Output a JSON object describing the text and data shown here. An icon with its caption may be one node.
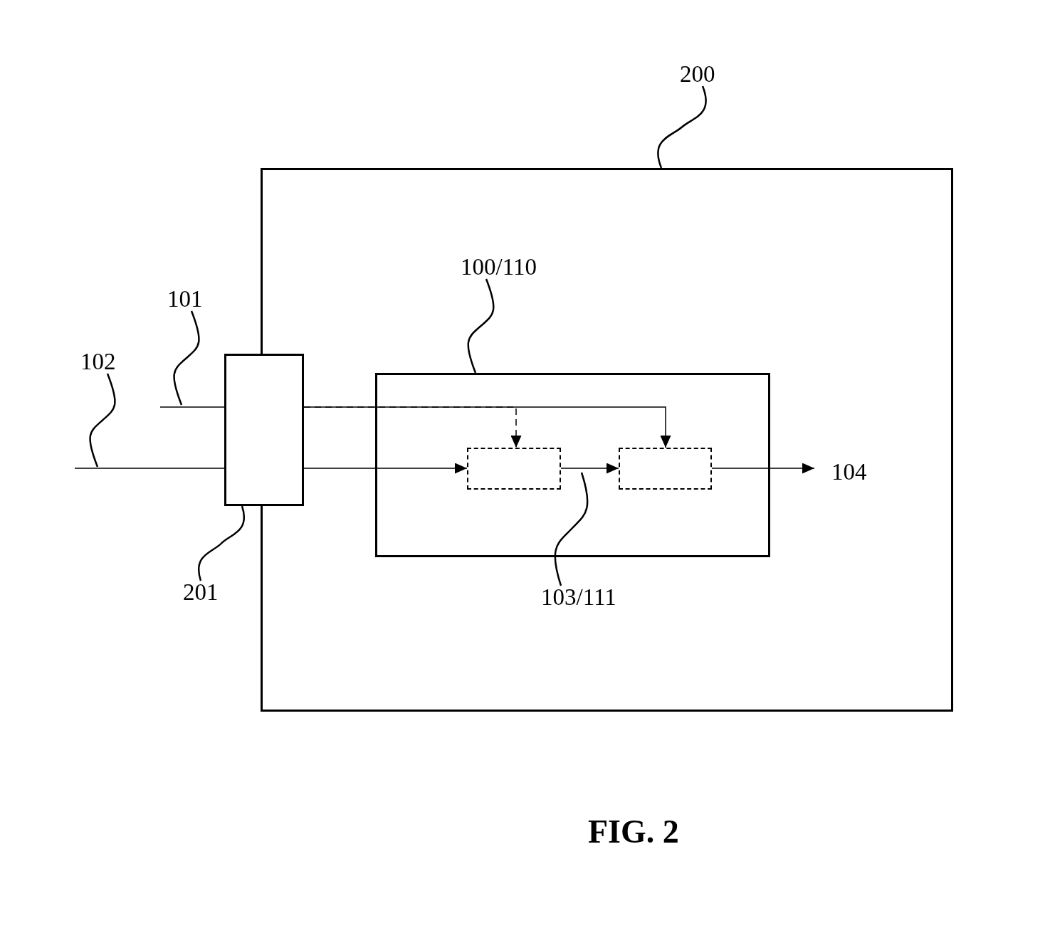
{
  "diagram": {
    "caption": "FIG. 2",
    "nodes": [
      {
        "text": [
          "200"
        ]
      },
      {
        "text": [],
        "shape": "box"
      },
      {
        "text": [
          "100/110"
        ],
        "in": 1
      },
      {
        "text": [
          "101"
        ]
      },
      {
        "text": [
          "102"
        ]
      },
      {
        "text": [],
        "shape": "box"
      },
      {
        "text": [],
        "shape": "box",
        "in": 1
      },
      {
        "text": [],
        "shape": "box",
        "in": 6
      },
      {
        "text": [],
        "shape": "box",
        "in": 6
      },
      {
        "text": [
          "104"
        ],
        "in": 1
      },
      {
        "text": [
          "201"
        ]
      },
      {
        "text": [
          "103/111"
        ],
        "in": 1
      }
    ],
    "edges": [
      {
        "from": 0,
        "to": 1,
        "arrow": "none"
      },
      {
        "from": 2,
        "to": 6,
        "arrow": "none"
      },
      {
        "from": 3,
        "to": null,
        "arrow": "none"
      },
      {
        "from": 4,
        "to": null,
        "arrow": "none"
      },
      {
        "from": null,
        "to": 5,
        "arrow": "none"
      },
      {
        "from": null,
        "to": 5,
        "arrow": "none"
      },
      {
        "from": 5,
        "to": 8,
        "arrow": "to"
      },
      {
        "from": 5,
        "to": 7,
        "arrow": "to",
        "style": "dashed"
      },
      {
        "from": 5,
        "to": 7,
        "arrow": "to"
      },
      {
        "from": 7,
        "to": 8,
        "arrow": "to"
      },
      {
        "from": 8,
        "to": 9,
        "arrow": "to"
      },
      {
        "from": 10,
        "to": 5,
        "arrow": "none"
      },
      {
        "from": 11,
        "to": null,
        "arrow": "none"
      }
    ]
  }
}
